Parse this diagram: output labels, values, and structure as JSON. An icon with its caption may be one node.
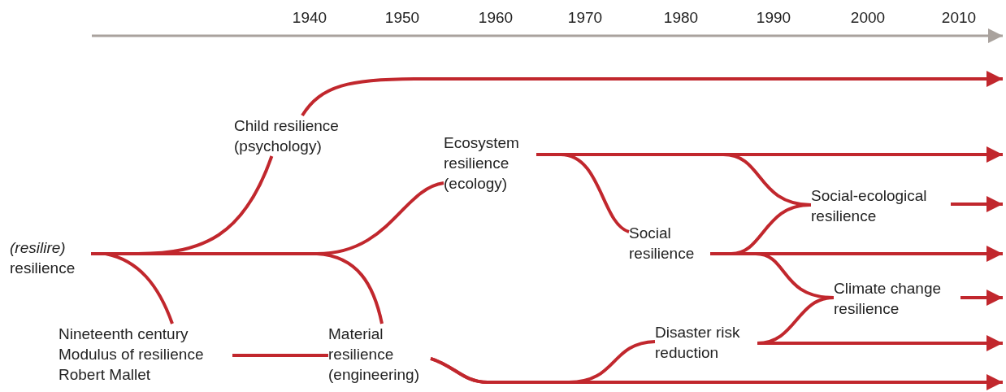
{
  "diagram": {
    "nodes": [
      {
        "text": [
          "*(resilire)* resilience"
        ]
      },
      {
        "text": [
          "Child resilience (psychology)"
        ]
      },
      {
        "text": [
          "Nineteenth century Modulus of resilience Robert Mallet"
        ]
      },
      {
        "text": [
          "Material resilience (engineering)"
        ]
      },
      {
        "text": [
          "Ecosystem resilience (ecology)"
        ]
      },
      {
        "text": [
          "Social resilience"
        ]
      },
      {
        "text": [
          "Disaster risk reduction"
        ]
      },
      {
        "text": [
          "Social-ecological resilience"
        ]
      },
      {
        "text": [
          "Climate change resilience"
        ]
      }
    ],
    "edges": [
      {
        "from": 0,
        "to": 1,
        "arrow": "none"
      },
      {
        "from": 1,
        "to": null,
        "arrow": "to"
      },
      {
        "from": 0,
        "to": 2,
        "arrow": "none"
      },
      {
        "from": 0,
        "to": 4,
        "arrow": "none"
      },
      {
        "from": 0,
        "to": 3,
        "arrow": "none"
      },
      {
        "from": 2,
        "to": 3,
        "arrow": "none"
      },
      {
        "from": 3,
        "to": 6,
        "arrow": "none"
      },
      {
        "from": 3,
        "to": null,
        "arrow": "to"
      },
      {
        "from": 4,
        "to": null,
        "arrow": "to"
      },
      {
        "from": 4,
        "to": 5,
        "arrow": "none"
      },
      {
        "from": 4,
        "to": 7,
        "arrow": "none"
      },
      {
        "from": 5,
        "to": 7,
        "arrow": "none"
      },
      {
        "from": 5,
        "to": null,
        "arrow": "to"
      },
      {
        "from": 5,
        "to": 8,
        "arrow": "none"
      },
      {
        "from": 6,
        "to": 8,
        "arrow": "none"
      },
      {
        "from": 6,
        "to": null,
        "arrow": "to"
      },
      {
        "from": 7,
        "to": null,
        "arrow": "to"
      },
      {
        "from": 8,
        "to": null,
        "arrow": "to"
      }
    ],
    "labels": [
      "1940",
      "1950",
      "1960",
      "1970",
      "1980",
      "1990",
      "2000",
      "2010"
    ]
  }
}
